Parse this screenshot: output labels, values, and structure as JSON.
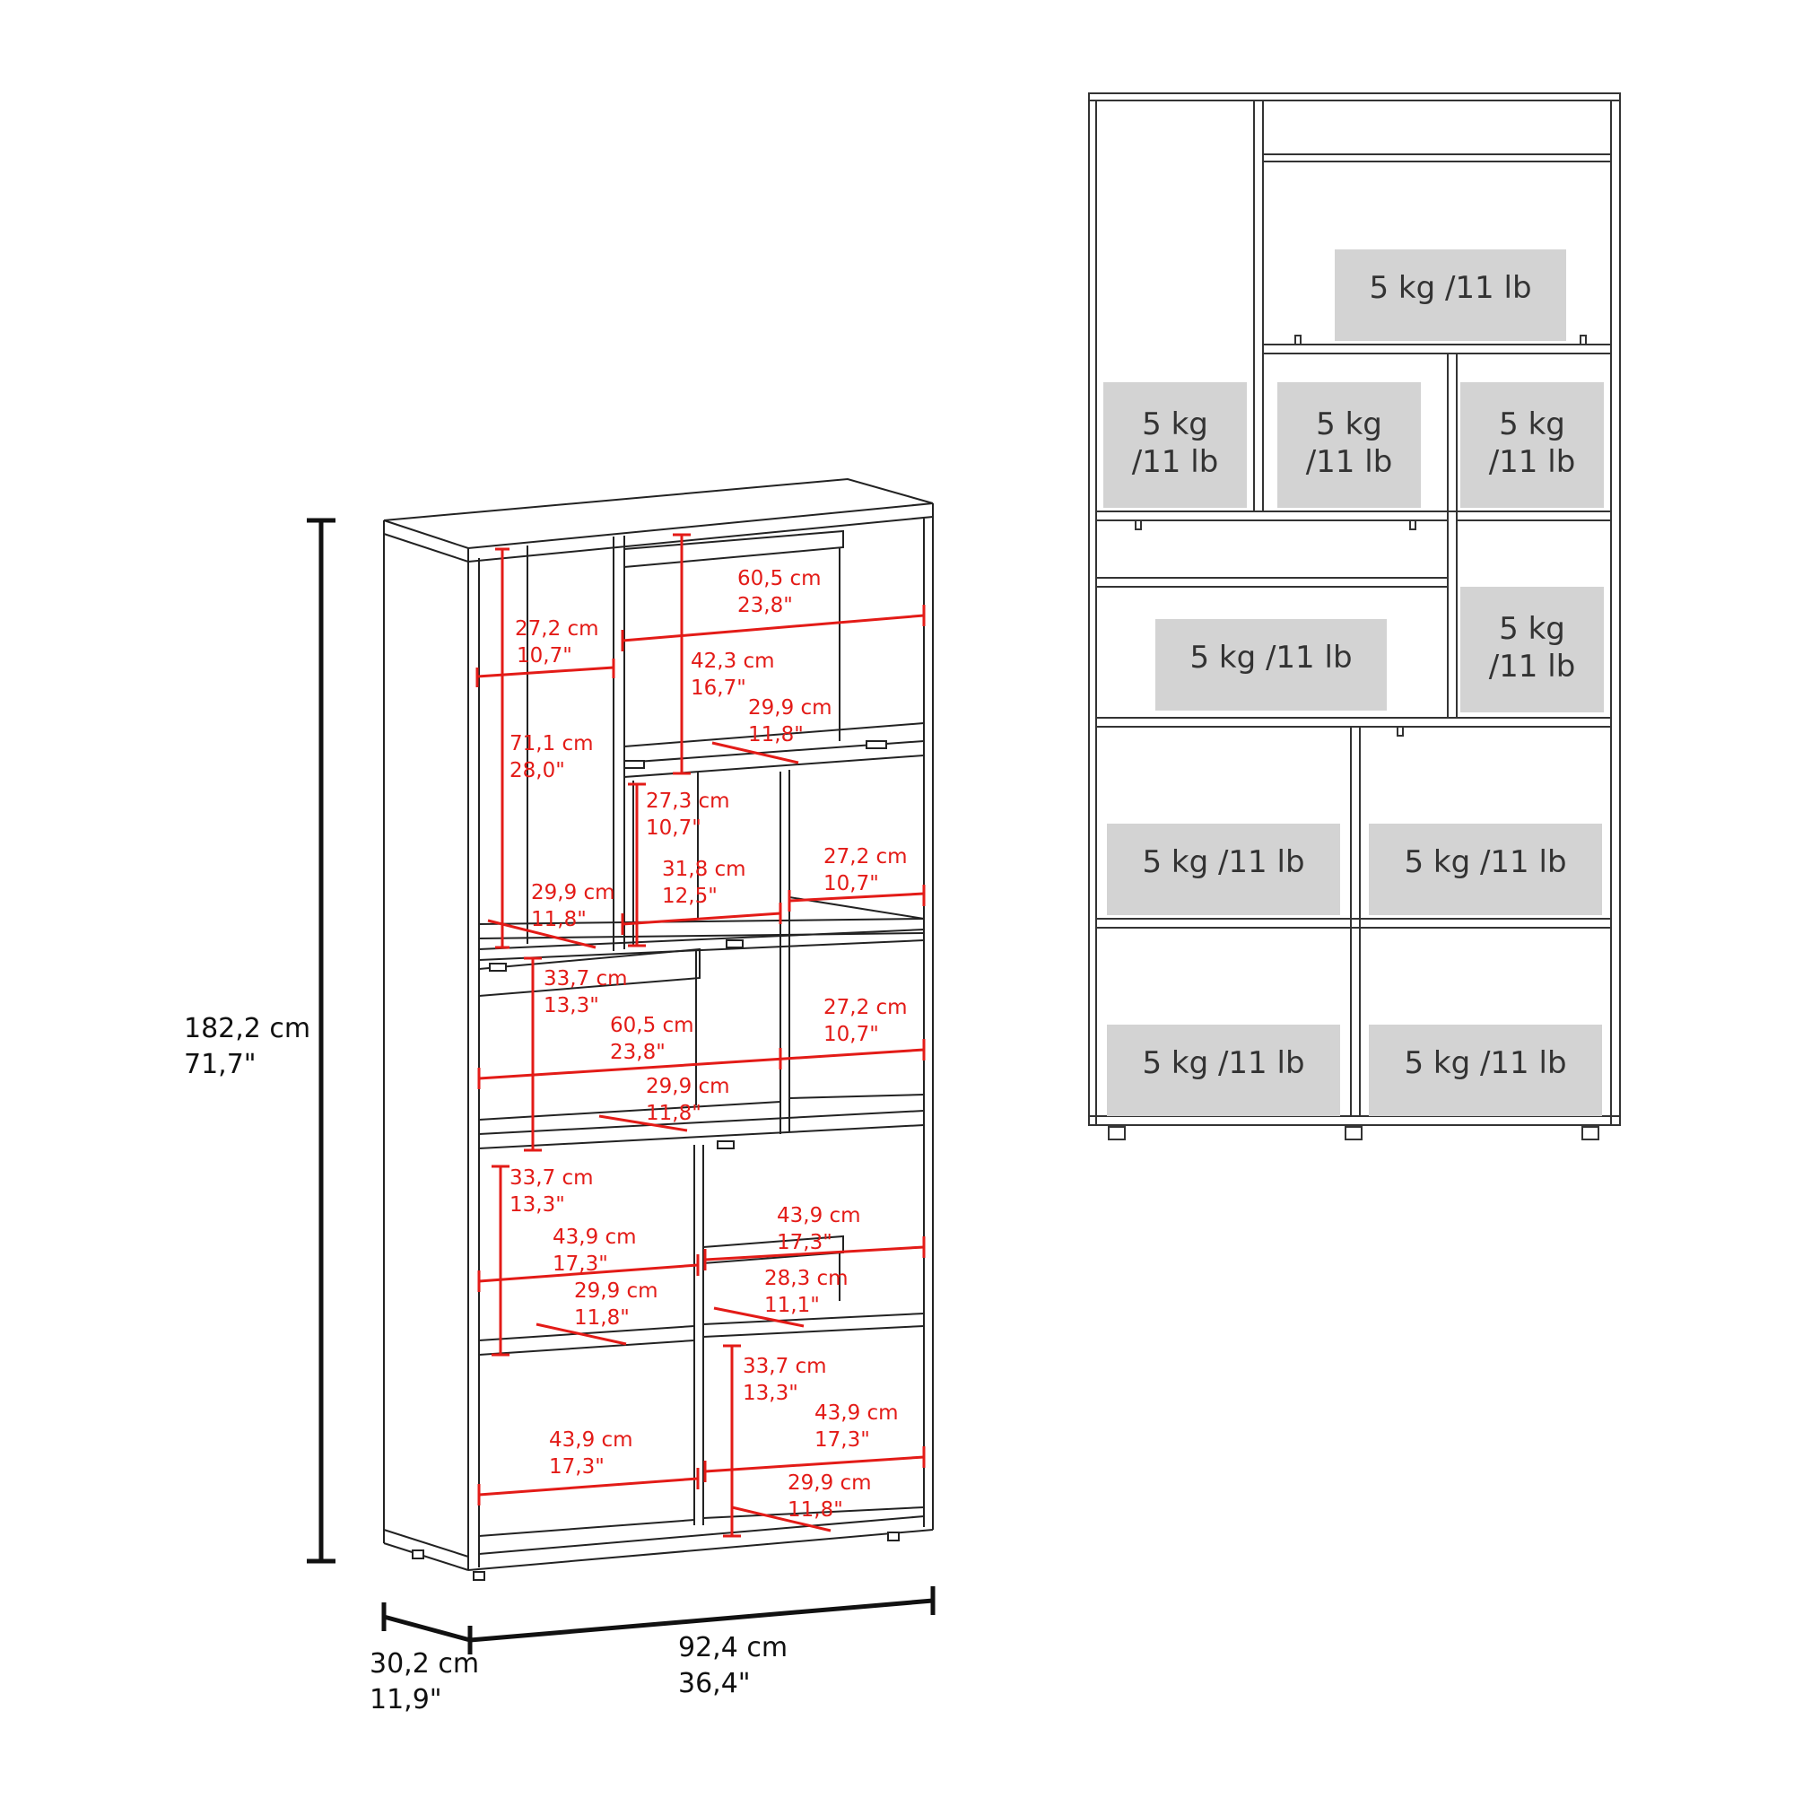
{
  "colors": {
    "dimension": "#e31b17",
    "line": "#222222",
    "weight_box": "#d3d3d3"
  },
  "overall": {
    "height_cm": "182,2 cm",
    "height_in": "71,7\"",
    "depth_cm": "30,2 cm",
    "depth_in": "11,9\"",
    "width_cm": "92,4 cm",
    "width_in": "36,4\""
  },
  "left_labels": [
    {
      "cm": "27,2 cm",
      "in": "10,7\""
    },
    {
      "cm": "60,5 cm",
      "in": "23,8\""
    },
    {
      "cm": "42,3 cm",
      "in": "16,7\""
    },
    {
      "cm": "29,9 cm",
      "in": "11,8\""
    },
    {
      "cm": "71,1 cm",
      "in": "28,0\""
    },
    {
      "cm": "27,3 cm",
      "in": "10,7\""
    },
    {
      "cm": "31,8 cm",
      "in": "12,5\""
    },
    {
      "cm": "27,2 cm",
      "in": "10,7\""
    },
    {
      "cm": "29,9 cm",
      "in": "11,8\""
    },
    {
      "cm": "33,7 cm",
      "in": "13,3\""
    },
    {
      "cm": "60,5 cm",
      "in": "23,8\""
    },
    {
      "cm": "27,2 cm",
      "in": "10,7\""
    },
    {
      "cm": "29,9 cm",
      "in": "11,8\""
    },
    {
      "cm": "33,7 cm",
      "in": "13,3\""
    },
    {
      "cm": "43,9 cm",
      "in": "17,3\""
    },
    {
      "cm": "43,9 cm",
      "in": "17,3\""
    },
    {
      "cm": "29,9 cm",
      "in": "11,8\""
    },
    {
      "cm": "28,3 cm",
      "in": "11,1\""
    },
    {
      "cm": "33,7 cm",
      "in": "13,3\""
    },
    {
      "cm": "43,9 cm",
      "in": "17,3\""
    },
    {
      "cm": "43,9 cm",
      "in": "17,3\""
    },
    {
      "cm": "29,9 cm",
      "in": "11,8\""
    }
  ],
  "weights": [
    {
      "line1": "5 kg /11 lb"
    },
    {
      "line1": "5 kg",
      "line2": "/11 lb"
    },
    {
      "line1": "5 kg",
      "line2": "/11 lb"
    },
    {
      "line1": "5 kg",
      "line2": "/11 lb"
    },
    {
      "line1": "5 kg /11 lb"
    },
    {
      "line1": "5 kg",
      "line2": "/11 lb"
    },
    {
      "line1": "5 kg /11 lb"
    },
    {
      "line1": "5 kg /11 lb"
    },
    {
      "line1": "5 kg /11 lb"
    },
    {
      "line1": "5 kg /11 lb"
    }
  ]
}
